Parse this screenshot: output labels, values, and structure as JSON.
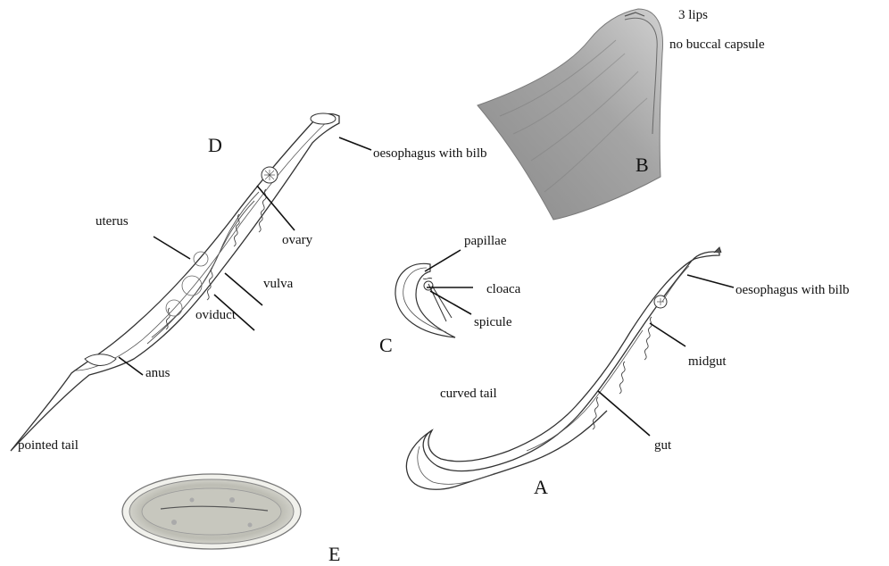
{
  "panels": {
    "A": "A",
    "B": "B",
    "C": "C",
    "D": "D",
    "E": "E"
  },
  "labels": {
    "b_lips": "3 lips",
    "b_buccal": "no buccal capsule",
    "d_oesophagus": "oesophagus with bilb",
    "d_uterus": "uterus",
    "d_ovary": "ovary",
    "d_vulva": "vulva",
    "d_oviduct": "oviduct",
    "d_anus": "anus",
    "d_tail": "pointed tail",
    "c_papillae": "papillae",
    "c_cloaca": "cloaca",
    "c_spicule": "spicule",
    "a_oesophagus": "oesophagus with bilb",
    "a_midgut": "midgut",
    "a_curved_tail": "curved tail",
    "a_gut": "gut"
  }
}
